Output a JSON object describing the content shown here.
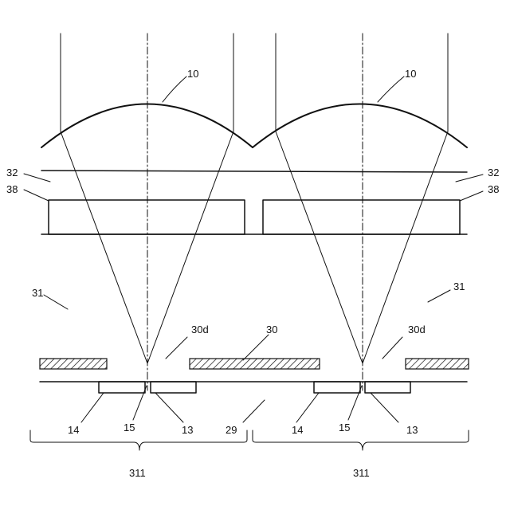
{
  "colors": {
    "ink": "#111111",
    "background": "#ffffff"
  },
  "labels": {
    "lens_left": "10",
    "lens_right": "10",
    "layer32_left": "32",
    "layer32_right": "32",
    "layer38_left": "38",
    "layer38_right": "38",
    "region31_left": "31",
    "region31_right": "31",
    "opening_left": "30d",
    "opening_right": "30d",
    "shield30": "30",
    "element14_left": "14",
    "element15_left": "15",
    "element13_left": "13",
    "substrate29": "29",
    "element14_right": "14",
    "element15_right": "15",
    "element13_right": "13",
    "pixel311_left": "311",
    "pixel311_right": "311"
  }
}
